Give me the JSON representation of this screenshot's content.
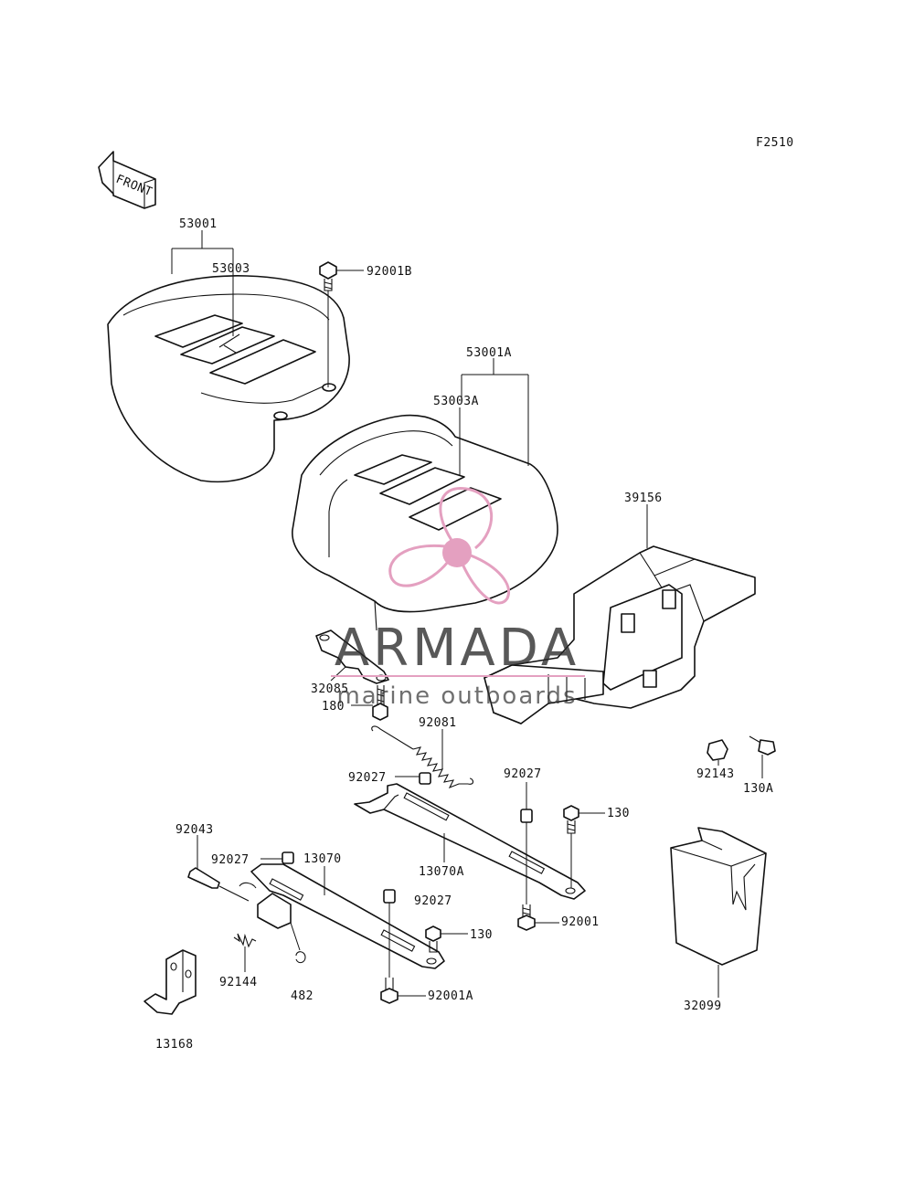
{
  "figure_code": "F2510",
  "front_arrow_text": "FRONT",
  "watermark": {
    "brand": "ARMADA",
    "tagline": "marine outboards",
    "accent_color": "#e4a0c0",
    "text_color": "#333333"
  },
  "parts": {
    "p53001": "53001",
    "p53003": "53003",
    "p92001B": "92001B",
    "p53001A": "53001A",
    "p53003A": "53003A",
    "p39156": "39156",
    "p32085": "32085",
    "p180": "180",
    "p92081": "92081",
    "p92027_a": "92027",
    "p92027_b": "92027",
    "p92027_c": "92027",
    "p92027_d": "92027",
    "p92143": "92143",
    "p130A": "130A",
    "p130_a": "130",
    "p130_b": "130",
    "p13070": "13070",
    "p13070A": "13070A",
    "p92043": "92043",
    "p92001": "92001",
    "p92001A": "92001A",
    "p92144": "92144",
    "p482": "482",
    "p13168": "13168",
    "p32099": "32099"
  }
}
